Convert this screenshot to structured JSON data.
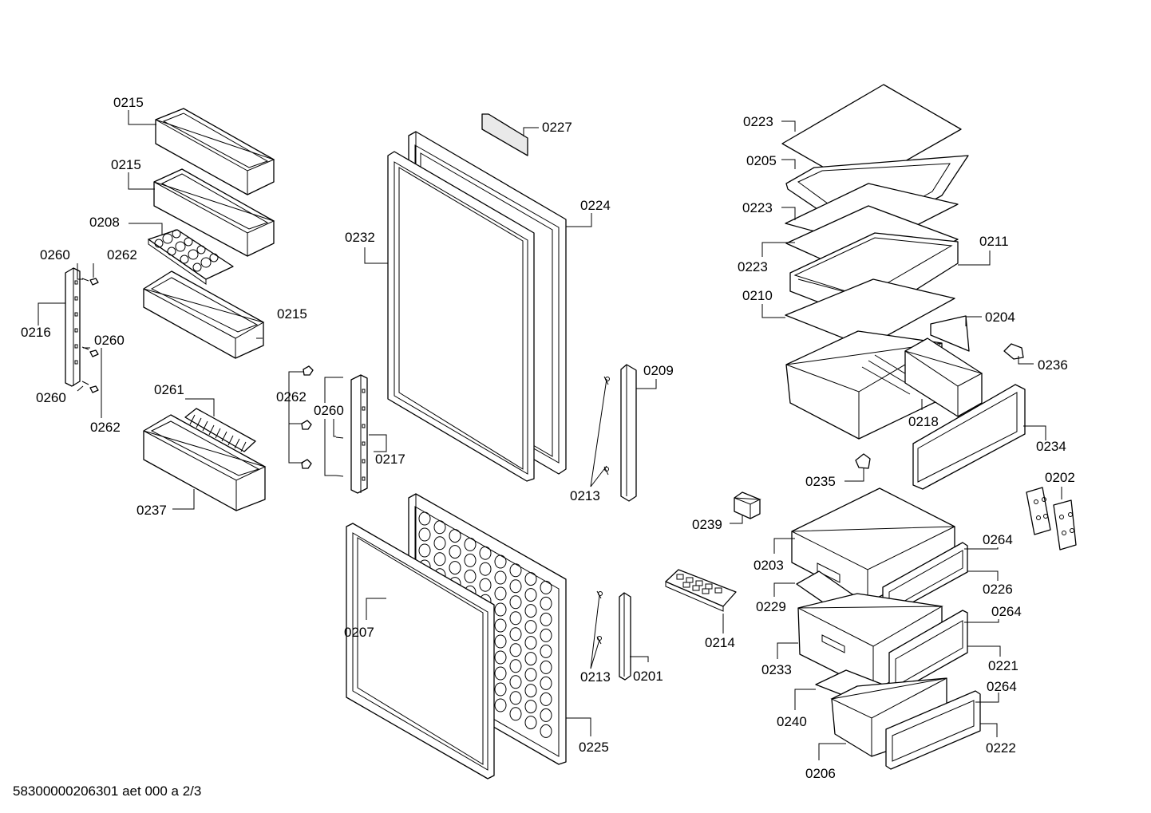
{
  "footer": "58300000206301 aet 000 a 2/3",
  "labels": {
    "l0215a": "0215",
    "l0215b": "0215",
    "l0215c": "0215",
    "l0208": "0208",
    "l0260a": "0260",
    "l0262a": "0262",
    "l0216": "0216",
    "l0260b": "0260",
    "l0260c": "0260",
    "l0262b": "0262",
    "l0261": "0261",
    "l0237": "0237",
    "l0262c": "0262",
    "l0260d": "0260",
    "l0217": "0217",
    "l0227": "0227",
    "l0224": "0224",
    "l0232": "0232",
    "l0209": "0209",
    "l0213a": "0213",
    "l0207": "0207",
    "l0225": "0225",
    "l0213b": "0213",
    "l0201": "0201",
    "l0214": "0214",
    "l0239": "0239",
    "l0223a": "0223",
    "l0205": "0205",
    "l0223b": "0223",
    "l0223c": "0223",
    "l0211": "0211",
    "l0210": "0210",
    "l0204": "0204",
    "l0236": "0236",
    "l0218": "0218",
    "l0234": "0234",
    "l0235": "0235",
    "l0202": "0202",
    "l0264a": "0264",
    "l0203": "0203",
    "l0226": "0226",
    "l0229": "0229",
    "l0264b": "0264",
    "l0233": "0233",
    "l0221": "0221",
    "l0240": "0240",
    "l0264c": "0264",
    "l0206": "0206",
    "l0222": "0222"
  }
}
